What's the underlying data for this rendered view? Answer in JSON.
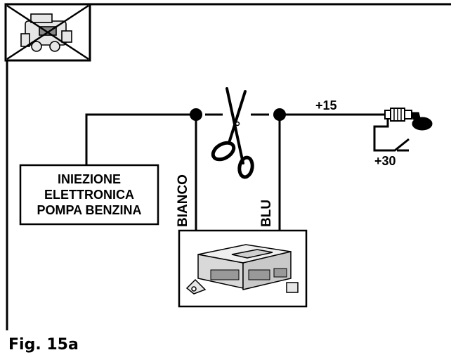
{
  "diagram": {
    "module_label_lines": [
      "INIEZIONE",
      "ELETTRONICA",
      "POMPA BENZINA"
    ],
    "wire_white_label": "BIANCO",
    "wire_blue_label": "BLU",
    "switched_power_label": "+15",
    "battery_power_label": "+30",
    "figure_caption": "Fig. 15a"
  },
  "icons": {
    "no_engine": "crossed-out-engine-icon",
    "cut_wire": "scissors-icon",
    "ignition": "ignition-key-switch-icon",
    "control_unit": "electronic-control-unit-icon"
  },
  "colors": {
    "ink": "#000000",
    "background": "#ffffff",
    "module_grey": "#d9d9d9"
  }
}
